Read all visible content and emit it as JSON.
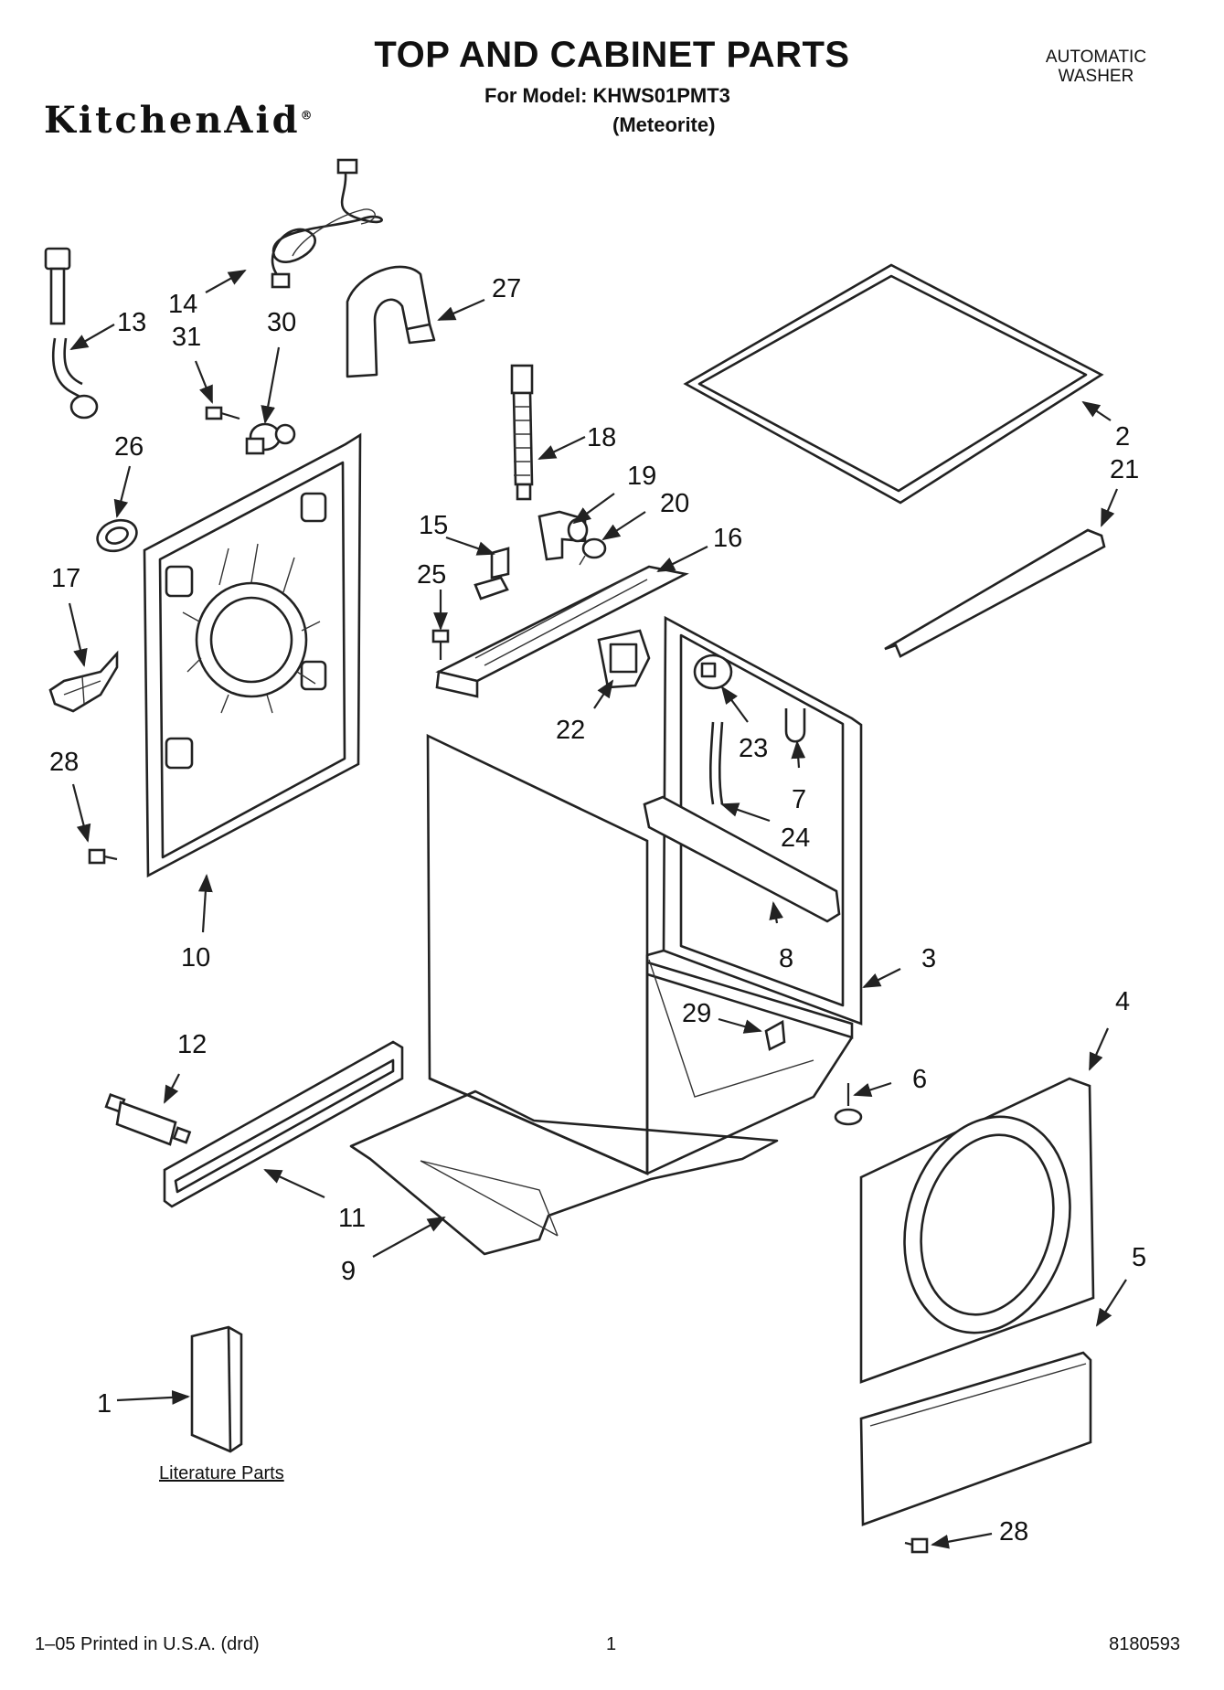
{
  "header": {
    "title": "TOP AND CABINET PARTS",
    "model_line": "For Model: KHWS01PMT3",
    "color_line": "(Meteorite)",
    "appliance_line1": "AUTOMATIC",
    "appliance_line2": "WASHER",
    "brand_logo": "KitchenAid",
    "brand_mark": "®"
  },
  "literature_label": "Literature Parts",
  "footer": {
    "print_info": "1–05 Printed in U.S.A. (drd)",
    "page_number": "1",
    "doc_number": "8180593"
  },
  "callouts": [
    "13",
    "14",
    "31",
    "30",
    "27",
    "26",
    "17",
    "28",
    "10",
    "18",
    "19",
    "20",
    "15",
    "16",
    "25",
    "22",
    "23",
    "7",
    "24",
    "8",
    "2",
    "21",
    "3",
    "29",
    "6",
    "4",
    "12",
    "11",
    "9",
    "5",
    "1",
    "28"
  ],
  "colors": {
    "line": "#222222",
    "background": "#ffffff"
  }
}
